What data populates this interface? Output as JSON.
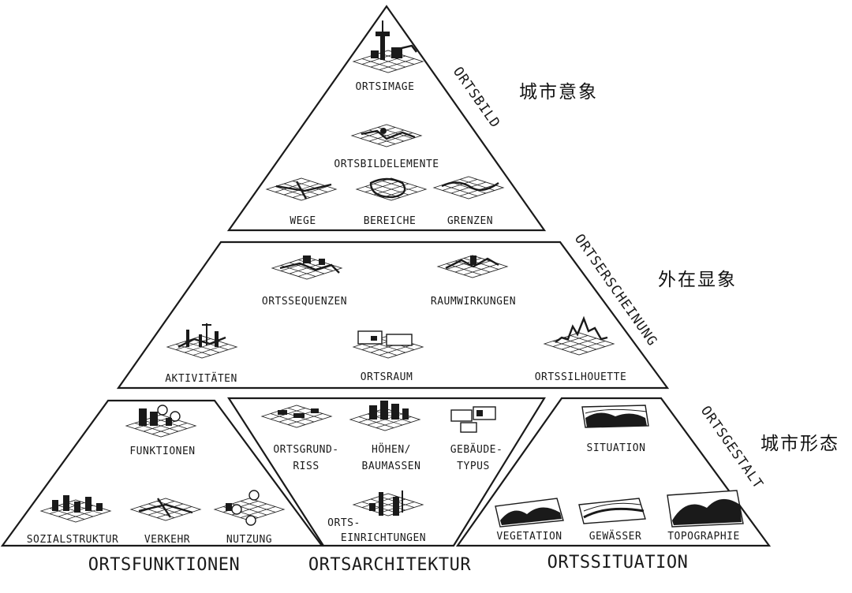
{
  "chinese_labels": {
    "ortsbild": "城市意象",
    "ortserscheinung": "外在显象",
    "ortsgestalt": "城市形态"
  },
  "side_labels": {
    "ortsbild": "ORTSBILD",
    "ortserscheinung": "ORTSERSCHEINUNG",
    "ortsgestalt": "ORTSGESTALT"
  },
  "top_tier": {
    "image": "ORTSIMAGE",
    "elements": "ORTSBILDELEMENTE",
    "wege": "WEGE",
    "bereiche": "BEREICHE",
    "grenzen": "GRENZEN"
  },
  "middle_tier": {
    "sequenzen": "ORTSSEQUENZEN",
    "raumwirkungen": "RAUMWIRKUNGEN",
    "aktivitaeten": "AKTIVITÄTEN",
    "ortsraum": "ORTSRAUM",
    "silhouette": "ORTSSILHOUETTE"
  },
  "bottom_left": {
    "funktionen": "FUNKTIONEN",
    "sozialstruktur": "SOZIALSTRUKTUR",
    "verkehr": "VERKEHR",
    "nutzung": "NUTZUNG",
    "base": "ORTSFUNKTIONEN"
  },
  "bottom_middle": {
    "grundriss_1": "ORTSGRUND-",
    "grundriss_2": "RISS",
    "hoehen_1": "HÖHEN/",
    "hoehen_2": "BAUMASSEN",
    "gebaeude_1": "GEBÄUDE-",
    "gebaeude_2": "TYPUS",
    "einrichtungen_1": "ORTS-",
    "einrichtungen_2": "EINRICHTUNGEN",
    "base": "ORTSARCHITEKTUR"
  },
  "bottom_right": {
    "situation": "SITUATION",
    "vegetation": "VEGETATION",
    "gewaesser": "GEWÄSSER",
    "topographie": "TOPOGRAPHIE",
    "base": "ORTSSITUATION"
  }
}
